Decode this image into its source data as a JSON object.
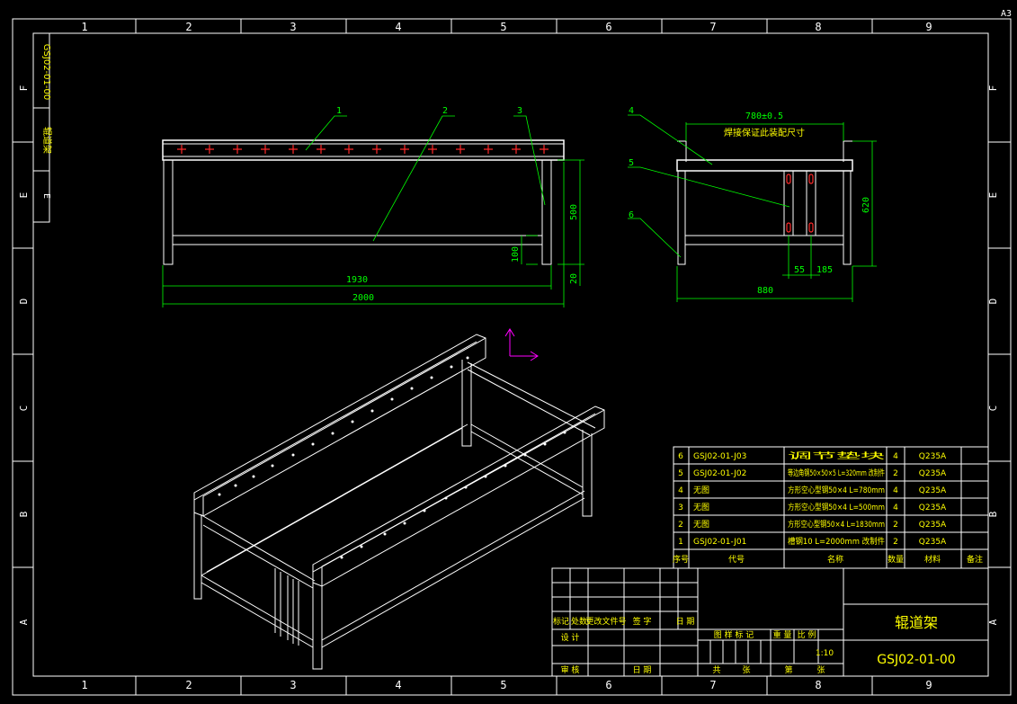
{
  "sheet_size": "A3",
  "border_columns": [
    "1",
    "2",
    "3",
    "4",
    "5",
    "6",
    "7",
    "8",
    "9"
  ],
  "border_rows": [
    "F",
    "E",
    "D",
    "C",
    "B",
    "A"
  ],
  "side_stamp": {
    "code": "GSJ02-01-00",
    "name": "辊道架",
    "letter": "E"
  },
  "front_view": {
    "dims": {
      "d1930": "1930",
      "d2000": "2000",
      "d500": "500",
      "d100": "100",
      "d20": "20"
    },
    "balloons": [
      "1",
      "2",
      "3"
    ]
  },
  "side_view": {
    "dims": {
      "d780": "780±0.5",
      "d620": "620",
      "d880": "880",
      "d55": "55",
      "d185": "185"
    },
    "note": "焊接保证此装配尺寸",
    "balloons": [
      "4",
      "5",
      "6"
    ]
  },
  "colors": {
    "frame": "#ffffff",
    "dimension": "#00ff00",
    "table_text": "#ffff00",
    "marks": "#ff2a2a",
    "ucs": "#ff00ff"
  },
  "bom": {
    "rows": [
      {
        "no": "6",
        "code": "GSJ02-01-J03",
        "name": "调节垫块",
        "qty": "4",
        "material": "Q235A",
        "note": ""
      },
      {
        "no": "5",
        "code": "GSJ02-01-J02",
        "name": "等边角钢50×50×5 L=320mm 改制件",
        "qty": "2",
        "material": "Q235A",
        "note": ""
      },
      {
        "no": "4",
        "code": "无图",
        "name": "方形空心型钢50×4 L=780mm",
        "qty": "4",
        "material": "Q235A",
        "note": ""
      },
      {
        "no": "3",
        "code": "无图",
        "name": "方形空心型钢50×4 L=500mm",
        "qty": "4",
        "material": "Q235A",
        "note": ""
      },
      {
        "no": "2",
        "code": "无图",
        "name": "方形空心型钢50×4 L=1830mm",
        "qty": "2",
        "material": "Q235A",
        "note": ""
      },
      {
        "no": "1",
        "code": "GSJ02-01-J01",
        "name": "槽钢10 L=2000mm 改制件",
        "qty": "2",
        "material": "Q235A",
        "note": ""
      }
    ],
    "headers": {
      "no": "序号",
      "code": "代号",
      "name": "名称",
      "qty": "数量",
      "material": "材料",
      "note": "备注"
    }
  },
  "title_block": {
    "name": "辊道架",
    "code": "GSJ02-01-00",
    "scale": "1:10",
    "rev_labels": [
      "标记",
      "处数",
      "更改文件号",
      "签 字",
      "日 期"
    ],
    "design": "设 计",
    "stage_labels": [
      "图 样 标 记",
      "重 量",
      "比 例"
    ],
    "sign_labels": [
      "审 核",
      "日 期"
    ],
    "bottom_labels": [
      "共",
      "张",
      "第",
      "张"
    ]
  }
}
